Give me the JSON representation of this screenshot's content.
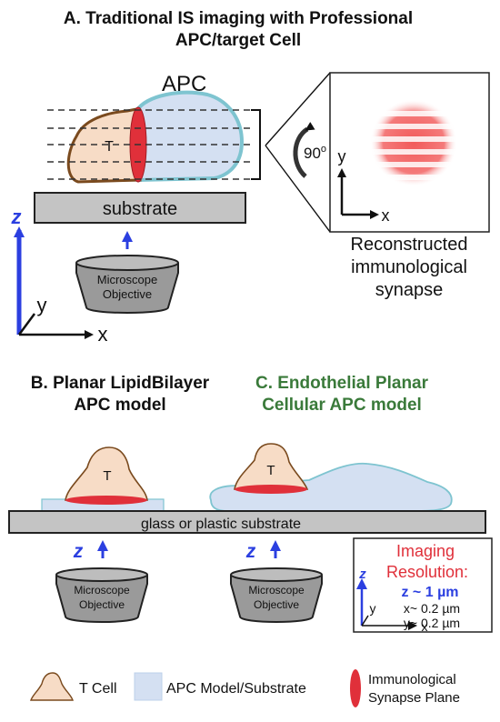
{
  "panel_a": {
    "title_line1": "A. Traditional IS imaging with Professional",
    "title_line2": "APC/target Cell",
    "apc_label": "APC",
    "t_label": "T",
    "substrate_label": "substrate",
    "axis_z": "z",
    "axis_y": "y",
    "axis_x": "x",
    "objective_line1": "Microscope",
    "objective_line2": "Objective",
    "rotation_label": "90",
    "rotation_sup": "o",
    "recon_axis_y": "y",
    "recon_axis_x": "x",
    "recon_line1": "Reconstructed",
    "recon_line2": "immunological",
    "recon_line3": "synapse"
  },
  "panel_b": {
    "title_line1": "B. Planar LipidBilayer",
    "title_line2": "APC model",
    "t_label": "T",
    "axis_z": "z",
    "objective_line1": "Microscope",
    "objective_line2": "Objective"
  },
  "panel_c": {
    "title_line1": "C. Endothelial Planar",
    "title_line2": "Cellular APC model",
    "t_label": "T",
    "axis_z": "z",
    "objective_line1": "Microscope",
    "objective_line2": "Objective"
  },
  "shared": {
    "substrate_label": "glass or plastic substrate"
  },
  "resolution_box": {
    "title_line1": "Imaging",
    "title_line2": "Resolution:",
    "z_value": "z ~ 1 µm",
    "x_value": "x~ 0.2 µm",
    "y_value": "y~ 0.2 µm",
    "axis_z": "z",
    "axis_y": "y",
    "axis_x": "x"
  },
  "legend": {
    "t_cell": "T Cell",
    "apc_model": "APC Model/Substrate",
    "synapse_line1": "Immunological",
    "synapse_line2": "Synapse Plane"
  },
  "colors": {
    "t_cell_fill": "#f7dcc6",
    "t_cell_outline": "#7a4a1e",
    "apc_fill": "#d4e0f2",
    "apc_outline": "#7ec4d0",
    "synapse_red": "#e0303a",
    "axis_blue": "#2b3fe0",
    "title_green": "#3a7a3a",
    "substrate_gray": "#c4c4c4"
  }
}
